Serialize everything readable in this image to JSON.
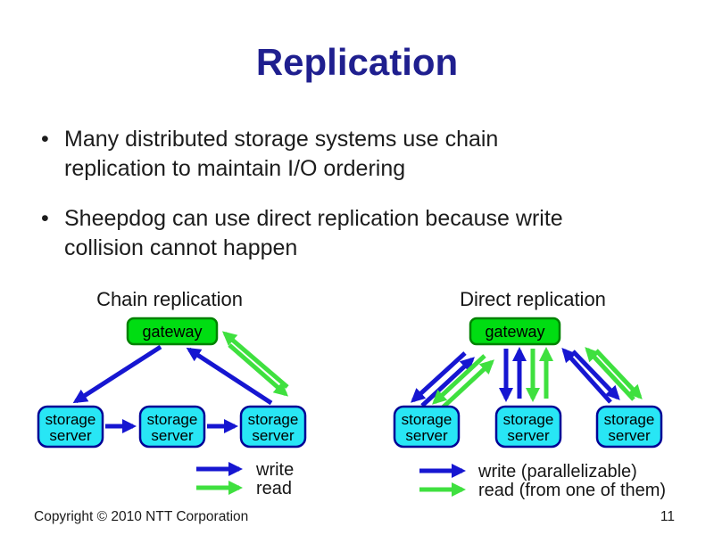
{
  "slide": {
    "title": "Replication",
    "bullets": [
      {
        "lines": [
          "Many distributed storage systems use chain",
          "replication to maintain I/O ordering"
        ]
      },
      {
        "lines": [
          "Sheepdog can use direct replication because write",
          "collision cannot happen"
        ]
      }
    ]
  },
  "diagrams": {
    "chain": {
      "heading": "Chain replication",
      "gateway_label": "gateway",
      "legend": {
        "write": "write",
        "read": "read"
      }
    },
    "direct": {
      "heading": "Direct replication",
      "gateway_label": "gateway",
      "legend": {
        "write": "write (parallelizable)",
        "read": "read (from one of them)"
      }
    },
    "storage_label": [
      "storage",
      "server"
    ]
  },
  "footer": {
    "copyright": "Copyright © 2010 NTT Corporation",
    "page_number": "11"
  },
  "colors": {
    "title_text": "#1f1f8f",
    "body_text": "#1c1c1c",
    "write_arrow_blue": "#1616d1",
    "read_arrow_green": "#3fe03f",
    "gateway_fill": "#00dd12",
    "gateway_border": "#008200",
    "storage_fill": "#28e6f5",
    "storage_border": "#000096"
  }
}
